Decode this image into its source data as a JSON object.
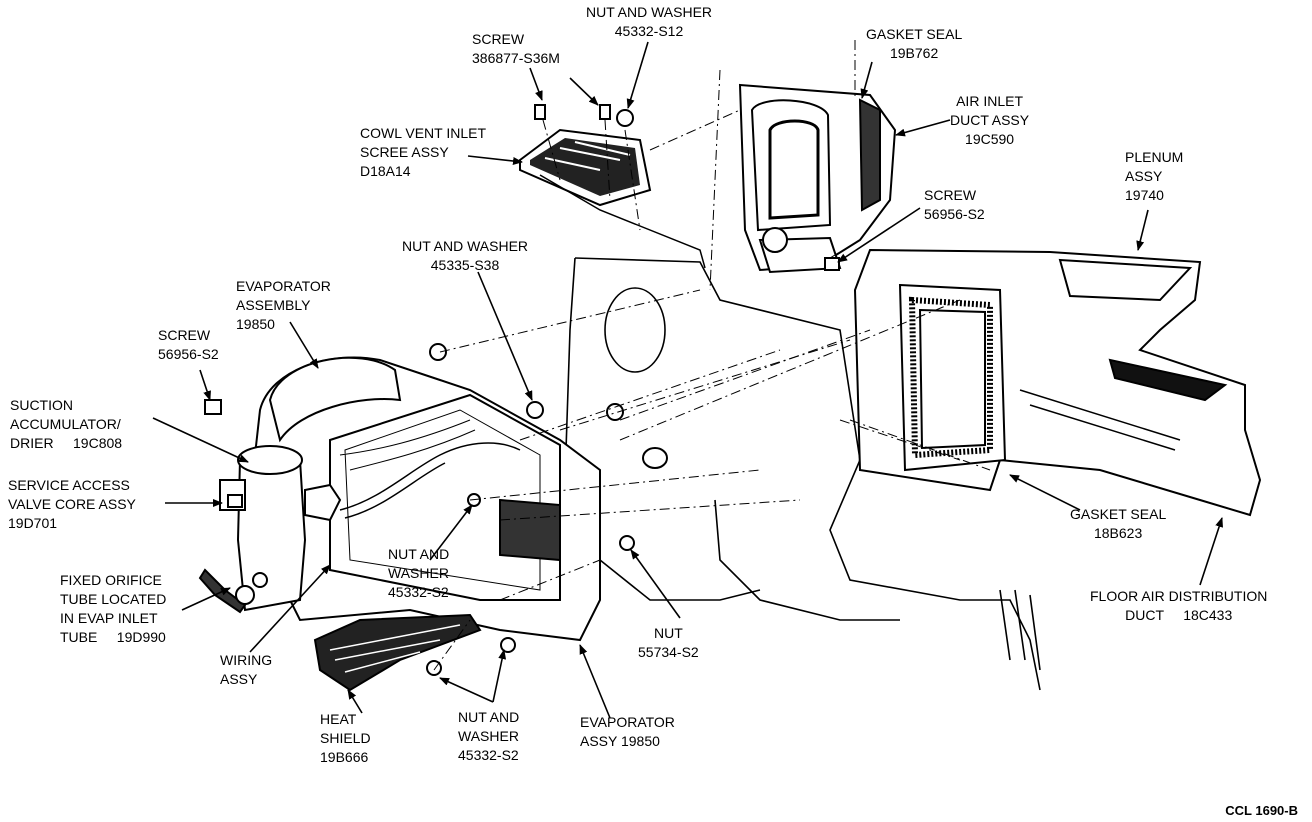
{
  "figure_code": "CCL 1690-B",
  "callouts": {
    "screw_top": [
      "SCREW",
      "386877-S36M"
    ],
    "nut_washer_top": [
      "NUT AND WASHER",
      "45332-S12"
    ],
    "gasket_seal_top": [
      "GASKET SEAL",
      "19B762"
    ],
    "air_inlet_duct": [
      "AIR INLET",
      "DUCT ASSY",
      "19C590"
    ],
    "cowl_vent": [
      "COWL VENT INLET",
      "SCREE ASSY",
      "D18A14"
    ],
    "plenum": [
      "PLENUM",
      "ASSY",
      "19740"
    ],
    "screw_right": [
      "SCREW",
      "56956-S2"
    ],
    "nut_washer_mid": [
      "NUT AND WASHER",
      "45335-S38"
    ],
    "evaporator_assembly": [
      "EVAPORATOR",
      "ASSEMBLY",
      "19850"
    ],
    "screw_left": [
      "SCREW",
      "56956-S2"
    ],
    "suction_accumulator": [
      "SUCTION",
      "ACCUMULATOR/",
      "DRIER     19C808"
    ],
    "service_access": [
      "SERVICE ACCESS",
      "VALVE CORE ASSY",
      "19D701"
    ],
    "fixed_orifice": [
      "FIXED ORIFICE",
      "TUBE LOCATED",
      "IN EVAP INLET",
      "TUBE     19D990"
    ],
    "wiring": [
      "WIRING",
      "ASSY"
    ],
    "heat_shield": [
      "HEAT",
      "SHIELD",
      "19B666"
    ],
    "nut_washer_center": [
      "NUT AND",
      "WASHER",
      "45332-S2"
    ],
    "nut_washer_bottom": [
      "NUT AND",
      "WASHER",
      "45332-S2"
    ],
    "nut": [
      "NUT",
      "55734-S2"
    ],
    "evaporator_assy_bottom": [
      "EVAPORATOR",
      "ASSY 19850"
    ],
    "gasket_seal_right": [
      "GASKET SEAL",
      "18B623"
    ],
    "floor_air": [
      "FLOOR AIR DISTRIBUTION",
      "DUCT     18C433"
    ]
  }
}
